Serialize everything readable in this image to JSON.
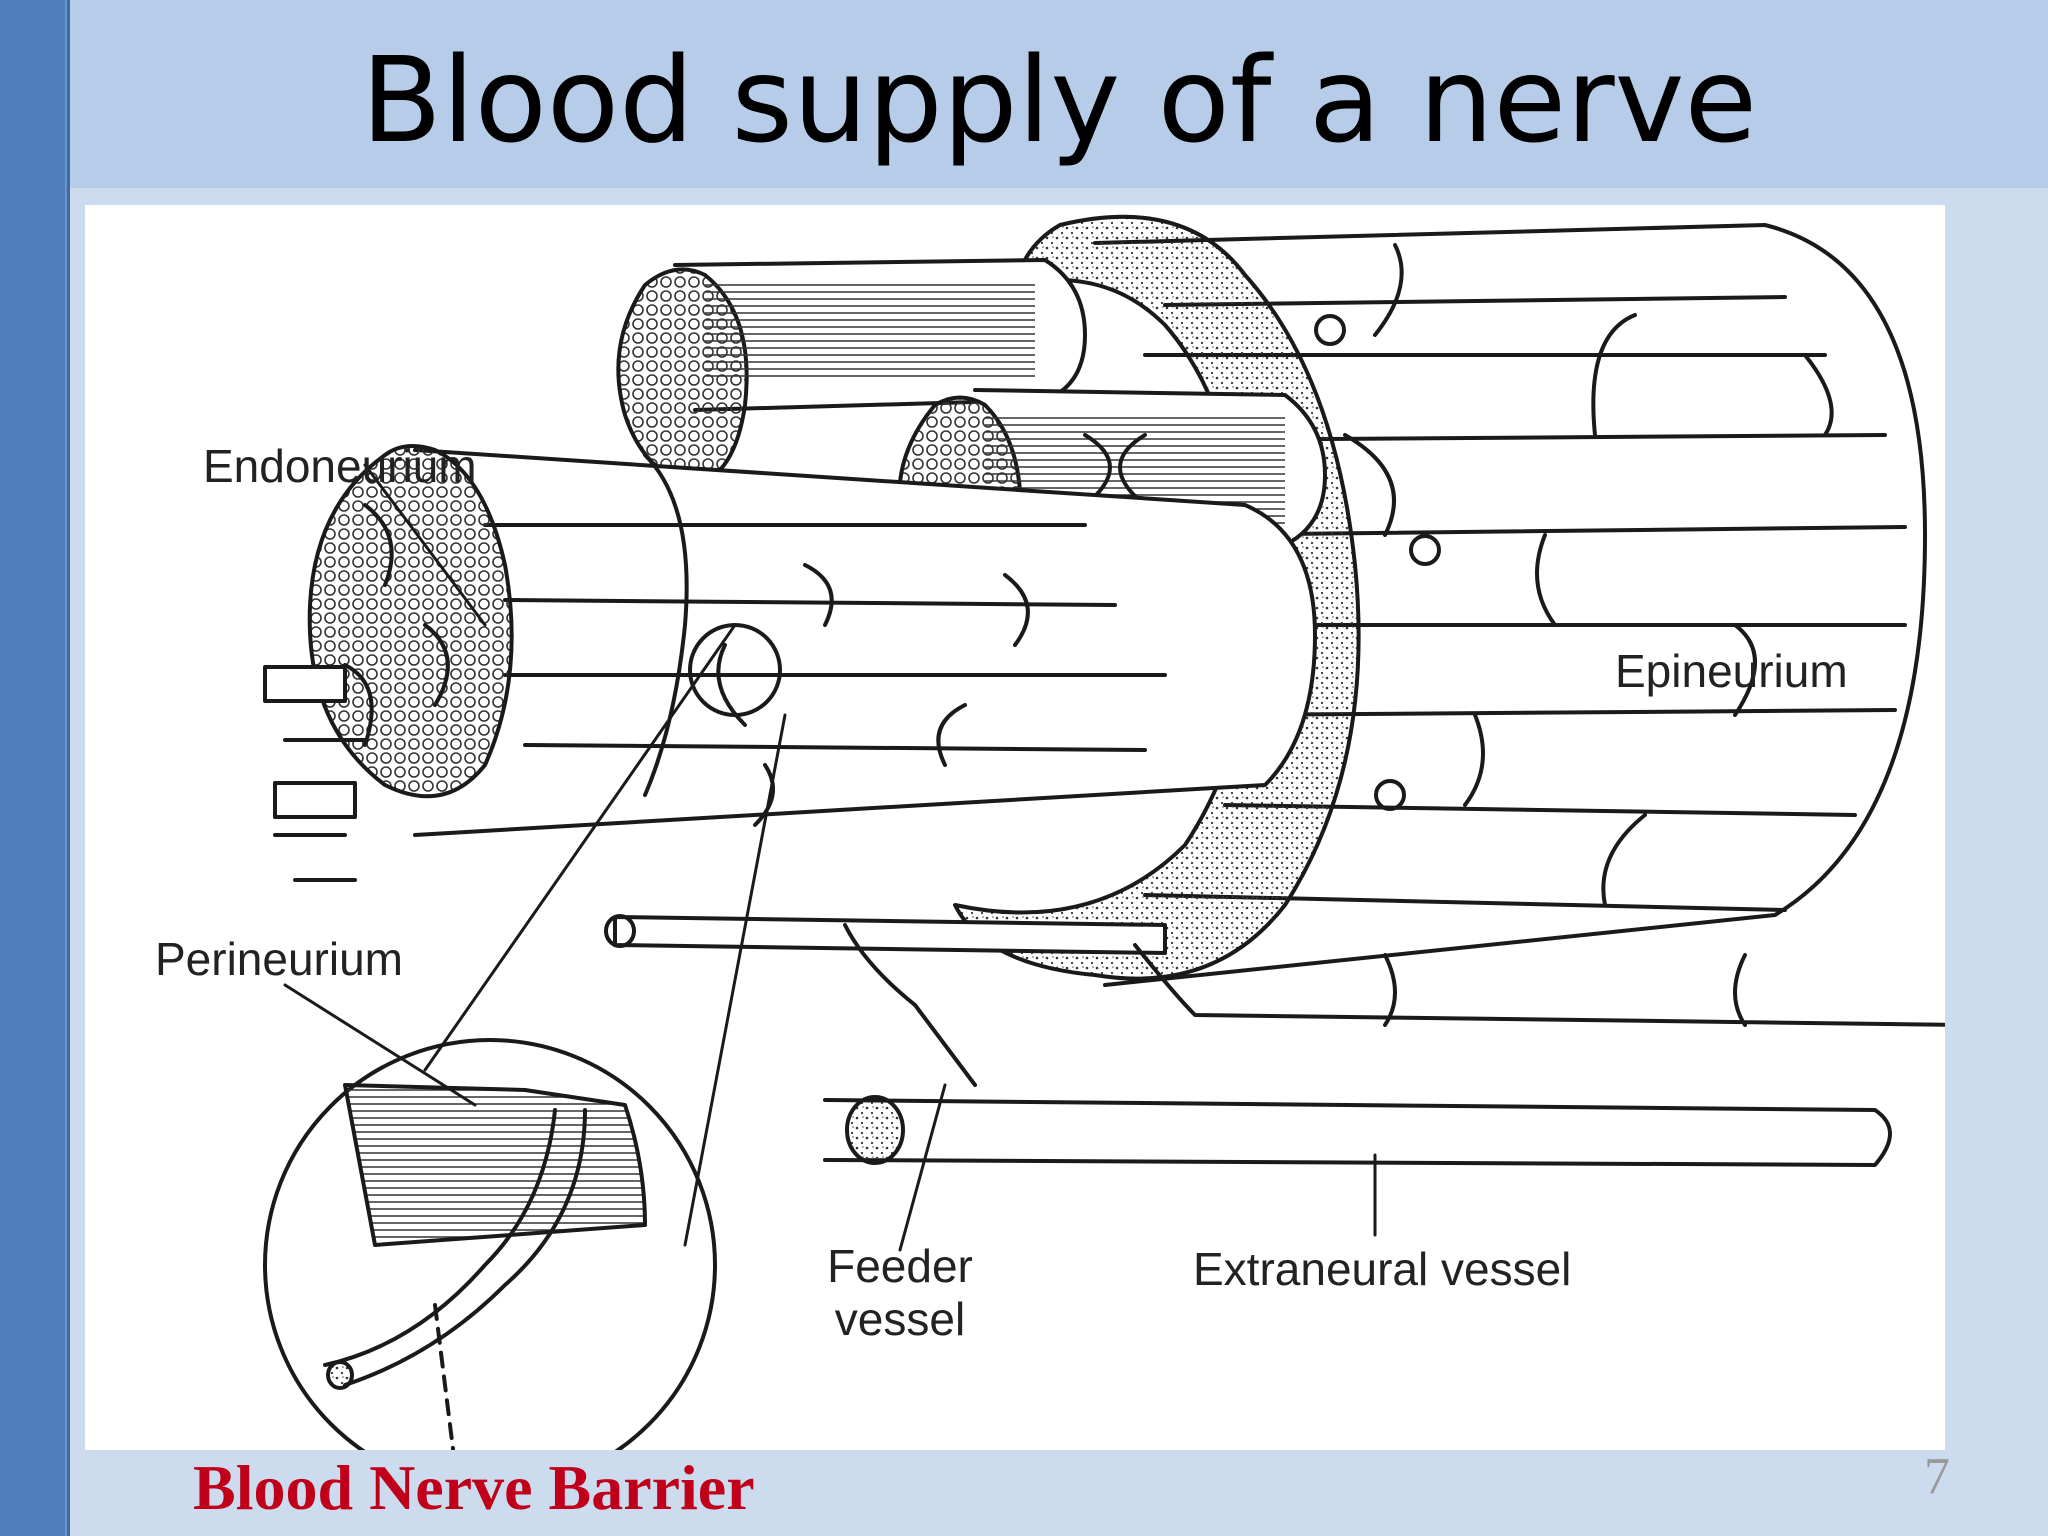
{
  "slide": {
    "title": "Blood supply of a nerve",
    "footer_caption": "Blood Nerve Barrier",
    "slide_number": "7"
  },
  "diagram": {
    "labels": {
      "endoneurium": "Endoneurium",
      "perineurium": "Perineurium",
      "epineurium": "Epineurium",
      "feeder_vessel_line1": "Feeder",
      "feeder_vessel_line2": "vessel",
      "extraneural_vessel": "Extraneural vessel"
    }
  },
  "colors": {
    "accent_bar": "#4f7fbd",
    "title_band": "#b6cce8",
    "background": "#ccdcee",
    "caption_red": "#c0001a",
    "line_art": "#1a1a1a"
  }
}
